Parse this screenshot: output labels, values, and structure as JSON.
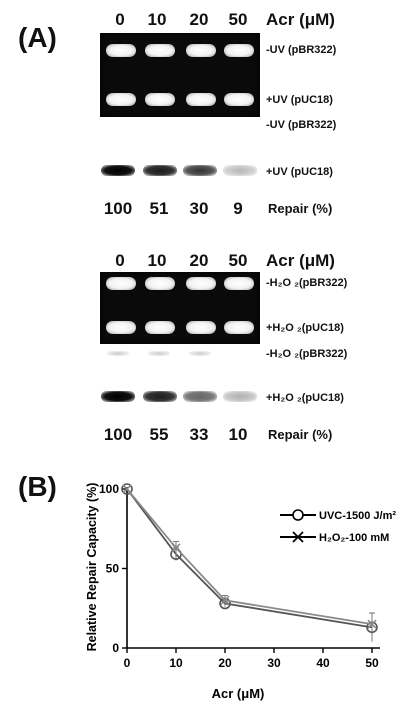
{
  "panel_a": {
    "label": "(A)",
    "unit_header": "Acr (μM)",
    "concentrations": [
      "0",
      "10",
      "20",
      "50"
    ],
    "uv": {
      "lane_labels": [
        "-UV (pBR322)",
        "+UV (pUC18)",
        "-UV (pBR322)",
        "+UV (pUC18)"
      ],
      "repair_values": [
        "100",
        "51",
        "30",
        "9"
      ],
      "repair_label": "Repair (%)"
    },
    "h2o2": {
      "lane_labels": [
        "-H₂O ₂(pBR322)",
        "+H₂O ₂(pUC18)",
        "-H₂O ₂(pBR322)",
        "+H₂O ₂(pUC18)"
      ],
      "repair_values": [
        "100",
        "55",
        "33",
        "10"
      ],
      "repair_label": "Repair (%)"
    }
  },
  "panel_b": {
    "label": "(B)",
    "chart_data": {
      "type": "line",
      "xlabel": "Acr (μM)",
      "ylabel": "Relative Repair Capacity (%)",
      "xlim": [
        0,
        50
      ],
      "ylim": [
        0,
        100
      ],
      "x_ticks": [
        0,
        10,
        20,
        30,
        40,
        50
      ],
      "y_ticks": [
        0,
        50,
        100
      ],
      "legend_position": "top-right",
      "series": [
        {
          "name": "UVC-1500 J/m²",
          "marker": "circle",
          "x": [
            0,
            10,
            20,
            50
          ],
          "y": [
            100,
            59,
            28,
            13
          ],
          "err": [
            0,
            4,
            2,
            9
          ]
        },
        {
          "name": "H₂O₂-100 mM",
          "marker": "x",
          "x": [
            0,
            10,
            20,
            50
          ],
          "y": [
            100,
            63,
            30,
            15
          ],
          "err": [
            0,
            4,
            3,
            7
          ]
        }
      ]
    }
  }
}
